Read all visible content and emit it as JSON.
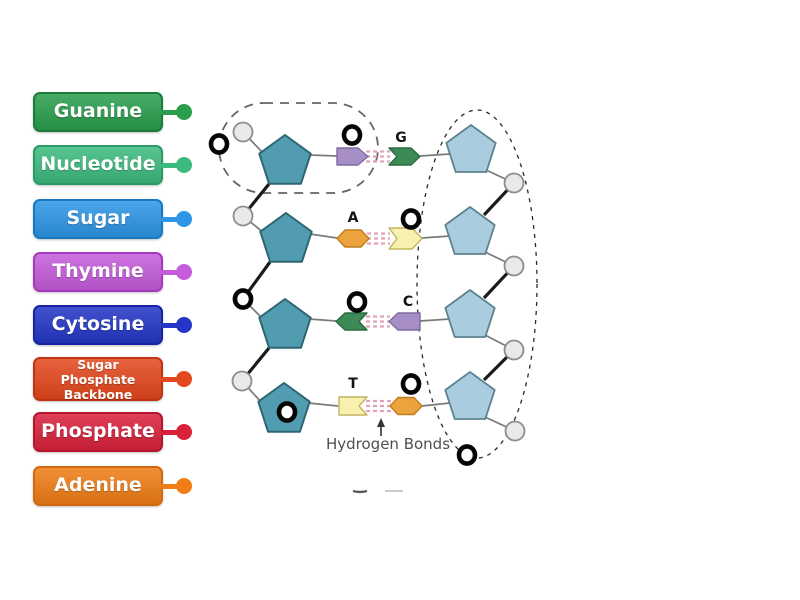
{
  "activity": {
    "labels": [
      {
        "text": "Guanine",
        "bg": "#2a9e4d",
        "border": "#1d7c3c"
      },
      {
        "text": "Nucleotide",
        "bg": "#3dbb7e",
        "border": "#2c9a64"
      },
      {
        "text": "Sugar",
        "bg": "#2d96e6",
        "border": "#1878c2"
      },
      {
        "text": "Thymine",
        "bg": "#c55cdb",
        "border": "#a438bf"
      },
      {
        "text": "Cytosine",
        "bg": "#2336c6",
        "border": "#1623a3"
      },
      {
        "text": "Sugar Phosphate Backbone",
        "bg": "#e4481d",
        "border": "#c13412"
      },
      {
        "text": "Phosphate",
        "bg": "#d9213c",
        "border": "#b5162e"
      },
      {
        "text": "Adenine",
        "bg": "#f07d16",
        "border": "#d2690e"
      }
    ]
  },
  "diagram": {
    "letters": {
      "g": "G",
      "a": "A",
      "c": "C",
      "t": "T"
    },
    "caption": "Hydrogen Bonds",
    "drop_marker": "O",
    "colors": {
      "sugar_left": "#519cb0",
      "sugar_right": "#a9cddf",
      "phosphate": "#e9e9e9",
      "adenine_base": "#eca23d",
      "thymine_base": "#f7f0ae",
      "guanine_base": "#3d8a57",
      "cytosine_base": "#a78ec6",
      "hydrogen_bond": "#e2a4b4"
    }
  }
}
